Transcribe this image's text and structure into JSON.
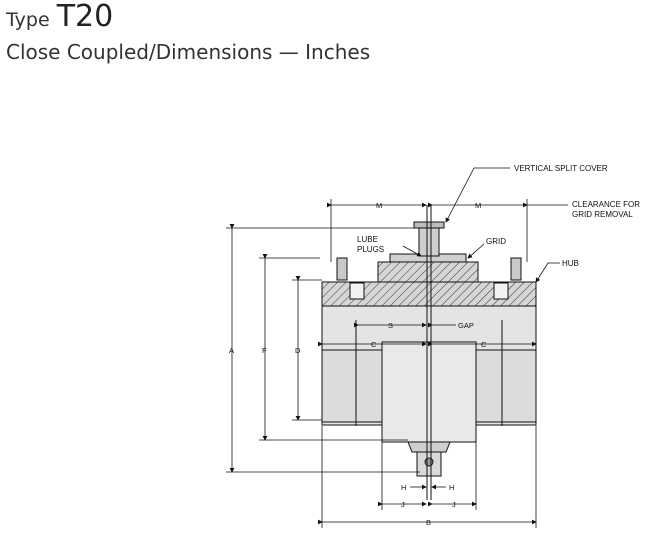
{
  "header": {
    "type_word": "Type",
    "type_code": "T20",
    "subtitle": "Close Coupled/Dimensions — Inches"
  },
  "callouts": {
    "vertical_split_cover": "VERTICAL SPLIT COVER",
    "clearance_line1": "CLEARANCE FOR",
    "clearance_line2": "GRID REMOVAL",
    "lube_line1": "LUBE",
    "lube_line2": "PLUGS",
    "grid": "GRID",
    "hub": "HUB"
  },
  "dimensions": {
    "a": "A",
    "b": "B",
    "c": "C",
    "d": "D",
    "f": "F",
    "h": "H",
    "j": "J",
    "m": "M",
    "s": "S",
    "gap": "GAP"
  },
  "colors": {
    "line": "#111111",
    "body_gray": "#e4e4e4",
    "hatch": "#333333"
  }
}
